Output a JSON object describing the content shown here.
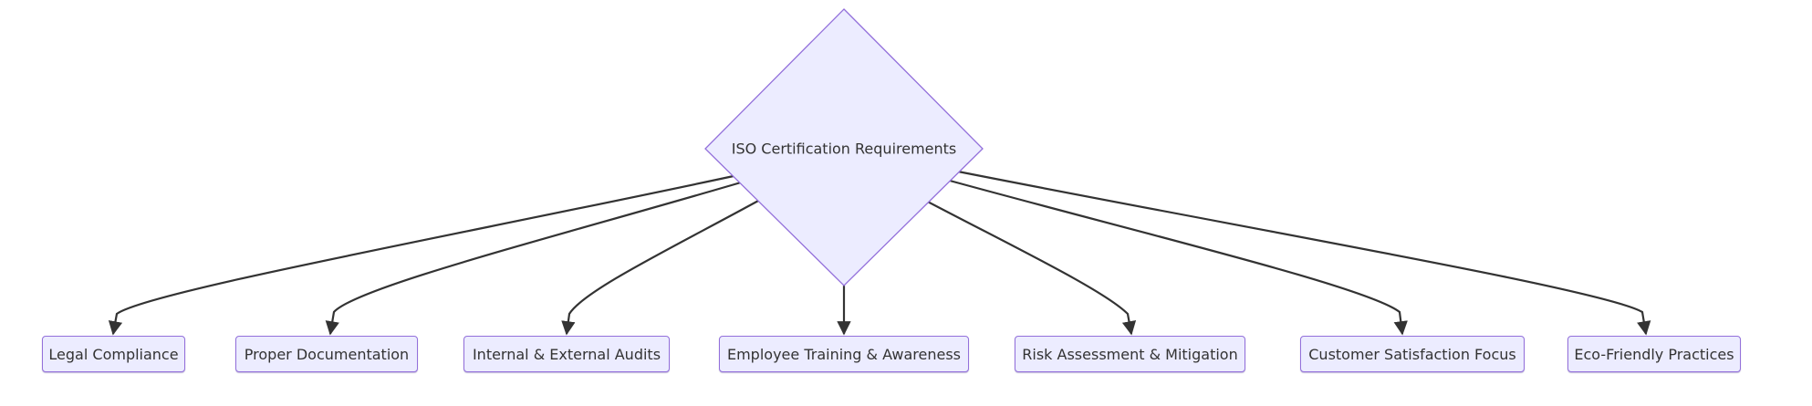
{
  "diagram": {
    "type": "flowchart",
    "colors": {
      "node_fill": "#ececff",
      "node_stroke": "#9370db",
      "edge": "#333333",
      "text": "#333333",
      "background": "#ffffff"
    },
    "root": {
      "id": "iso",
      "shape": "diamond",
      "label": "ISO Certification Requirements"
    },
    "children": [
      {
        "id": "legal",
        "label": "Legal Compliance"
      },
      {
        "id": "docs",
        "label": "Proper Documentation"
      },
      {
        "id": "audits",
        "label": "Internal & External Audits"
      },
      {
        "id": "training",
        "label": "Employee Training & Awareness"
      },
      {
        "id": "risk",
        "label": "Risk Assessment & Mitigation"
      },
      {
        "id": "customer",
        "label": "Customer Satisfaction Focus"
      },
      {
        "id": "eco",
        "label": "Eco-Friendly Practices"
      }
    ],
    "edges": [
      {
        "from": "iso",
        "to": "legal"
      },
      {
        "from": "iso",
        "to": "docs"
      },
      {
        "from": "iso",
        "to": "audits"
      },
      {
        "from": "iso",
        "to": "training"
      },
      {
        "from": "iso",
        "to": "risk"
      },
      {
        "from": "iso",
        "to": "customer"
      },
      {
        "from": "iso",
        "to": "eco"
      }
    ]
  }
}
